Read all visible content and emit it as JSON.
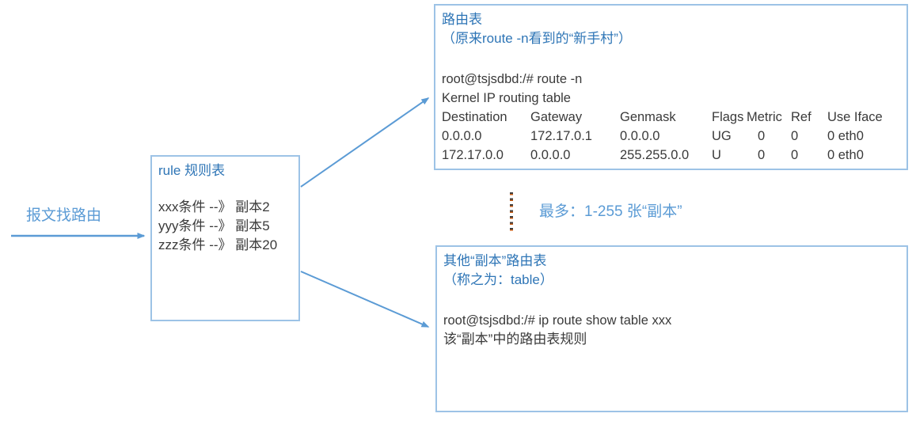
{
  "colors": {
    "box_border": "#9DC3E6",
    "title_text": "#2E75B6",
    "accent_text": "#5B9BD5",
    "arrow": "#5B9BD5",
    "console_text": "#3A3A3A",
    "dot_dark": "#3F3F3F",
    "dot_orange": "#C55A11"
  },
  "left_flow": {
    "label": "报文找路由"
  },
  "rule_box": {
    "title": "rule 规则表",
    "rules": [
      "xxx条件 --》 副本2",
      "yyy条件 --》 副本5",
      "zzz条件 --》 副本20"
    ]
  },
  "main_route_box": {
    "title": "路由表",
    "subtitle": "（原来route -n看到的“新手村”）",
    "command": "root@tsjsdbd:/# route -n",
    "table_caption": "Kernel IP routing table",
    "columns": [
      "Destination",
      "Gateway",
      "Genmask",
      "Flags",
      "Metric",
      "Ref",
      "Use Iface"
    ],
    "rows": [
      [
        "0.0.0.0",
        "172.17.0.1",
        "0.0.0.0",
        "UG",
        "0",
        "0",
        "0 eth0"
      ],
      [
        "172.17.0.0",
        "0.0.0.0",
        "255.255.0.0",
        "U",
        "0",
        "0",
        "0 eth0"
      ]
    ]
  },
  "copies_note": {
    "label": "最多：1-255 张“副本”"
  },
  "alt_route_box": {
    "title": "其他“副本”路由表",
    "subtitle": "（称之为：table）",
    "command": "root@tsjsdbd:/# ip route show table xxx",
    "description": "该“副本”中的路由表规则"
  }
}
